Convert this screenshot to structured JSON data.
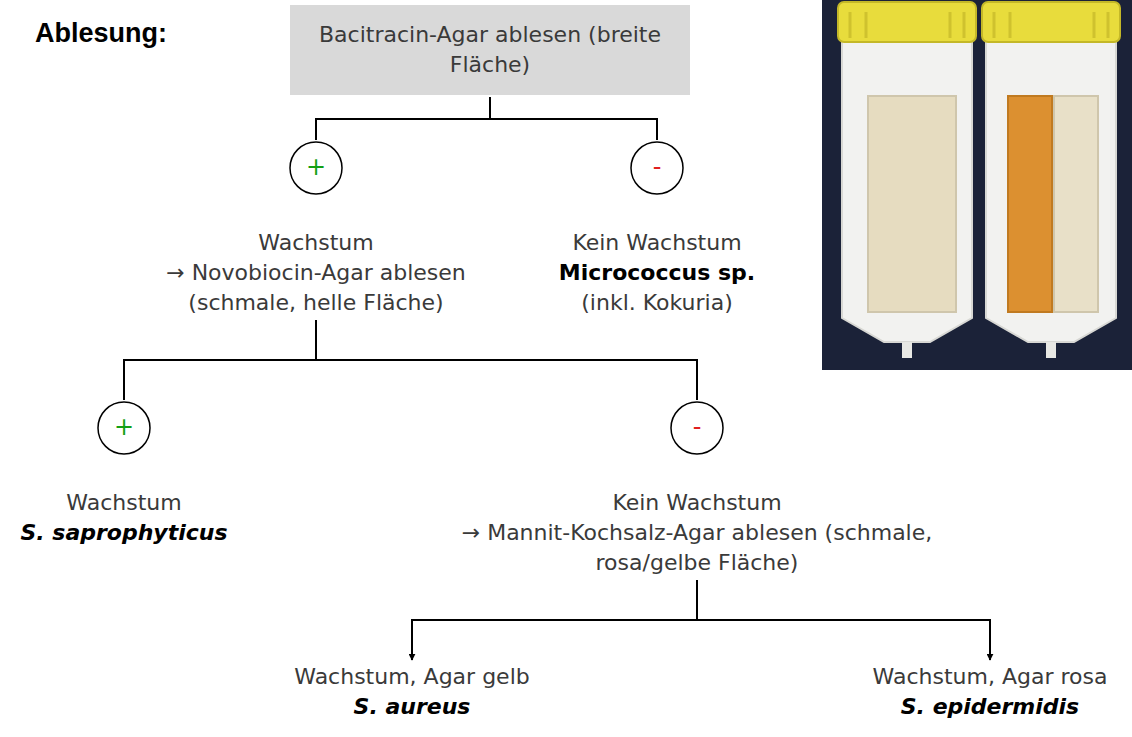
{
  "diagram": {
    "nodes": [
      {
        "text": [
          "Bacitracin-Agar ablesen (breite Fläche)"
        ]
      },
      {
        "text": [
          "+",
          "Wachstum",
          "→ Novobiocin-Agar ablesen (schmale, helle Fläche)"
        ]
      },
      {
        "text": [
          "-",
          "Kein Wachstum",
          "Micrococcus sp.",
          "(inkl. Kokuria)"
        ]
      },
      {
        "text": [
          "+",
          "Wachstum",
          "S. saprophyticus"
        ]
      },
      {
        "text": [
          "-",
          "Kein Wachstum",
          "→ Mannit-Kochsalz-Agar ablesen (schmale, rosa/gelbe Fläche)"
        ]
      },
      {
        "text": [
          "Wachstum, Agar gelb",
          "S. aureus"
        ]
      },
      {
        "text": [
          "Wachstum, Agar rosa",
          "S. epidermidis"
        ]
      }
    ],
    "edges": [
      {
        "from": 0,
        "to": 1,
        "arrow": "none"
      },
      {
        "from": 0,
        "to": 2,
        "arrow": "none"
      },
      {
        "from": 1,
        "to": 3,
        "arrow": "none"
      },
      {
        "from": 1,
        "to": 4,
        "arrow": "none"
      },
      {
        "from": 4,
        "to": 5,
        "arrow": "to"
      },
      {
        "from": 4,
        "to": 6,
        "arrow": "to"
      }
    ],
    "labels": [
      "Ablesung:"
    ]
  }
}
